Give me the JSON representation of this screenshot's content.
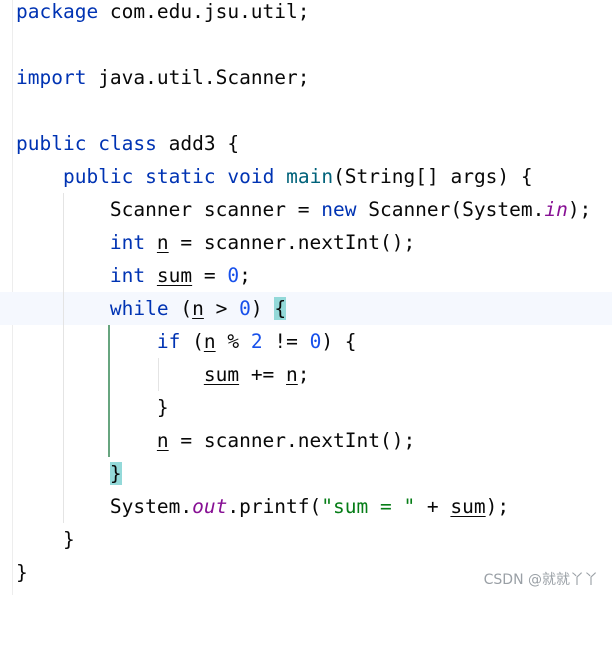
{
  "code": {
    "package_kw": "package",
    "package_name": " com.edu.jsu.util;",
    "import_kw": "import",
    "import_name": " java.util.Scanner;",
    "class_public": "public",
    "class_kw": "class",
    "class_name": " add3 {",
    "main_public": "public",
    "main_static": "static",
    "main_void": "void",
    "main_name": "main",
    "main_params": "(String[] args) {",
    "scanner_decl": "Scanner scanner = ",
    "scanner_new": "new",
    "scanner_ctor": " Scanner(System.",
    "scanner_in": "in",
    "scanner_end": ");",
    "int_kw": "int",
    "n_var": "n",
    "n_assign": " = scanner.nextInt();",
    "sum_var": "sum",
    "sum_eq": " = ",
    "zero": "0",
    "semicolon": ";",
    "while_kw": "while",
    "paren_open": " (",
    "gt_zero": " > ",
    "paren_close": ") ",
    "brace_open": "{",
    "if_kw": "if",
    "mod_op": " % ",
    "two": "2",
    "neq_op": " != ",
    "if_close": ") {",
    "plus_eq": " += ",
    "brace_close": "}",
    "n_reassign": " = scanner.nextInt();",
    "sysout": "System.",
    "out_field": "out",
    "printf_call": ".printf(",
    "format_str": "\"sum = \"",
    "plus_op": " + ",
    "printf_end": ");"
  },
  "watermark": "CSDN @就就丫丫"
}
